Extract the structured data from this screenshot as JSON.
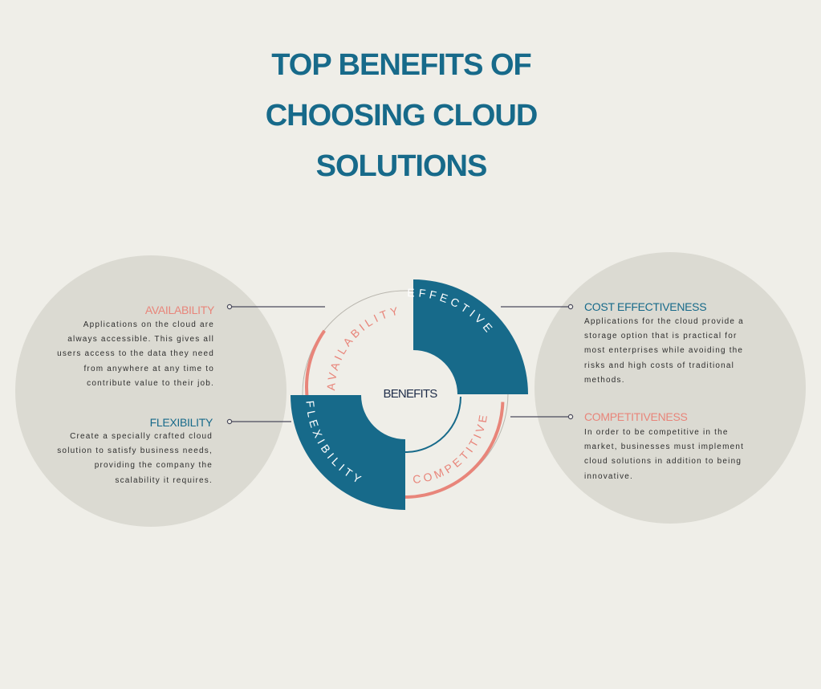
{
  "title": {
    "line1": "TOP BENEFITS OF",
    "line2": "CHOOSING CLOUD",
    "line3": "SOLUTIONS"
  },
  "center_label": "BENEFITS",
  "segments": {
    "effective": "EFFECTIVE",
    "availability": "AVAILABILITY",
    "flexibility": "FLEXIBILITY",
    "competitive": "COMPETITIVE"
  },
  "benefits": {
    "availability": {
      "heading": "AVAILABILITY",
      "lines": [
        "Applications on the cloud are",
        "always accessible. This gives all",
        "users access to the data they need",
        "from anywhere at any time to",
        "contribute value to their job."
      ]
    },
    "flexibility": {
      "heading": "FLEXIBILITY",
      "lines": [
        "Create a specially crafted cloud",
        "solution to satisfy business needs,",
        "providing the company the",
        "scalability it requires."
      ]
    },
    "cost_effectiveness": {
      "heading": "COST EFFECTIVENESS",
      "lines": [
        "Applications for the cloud provide a",
        "storage option that is practical for",
        "most enterprises while avoiding the",
        "risks and high costs of traditional",
        "methods."
      ]
    },
    "competitiveness": {
      "heading": "COMPETITIVENESS",
      "lines": [
        "In order to be competitive in the",
        "market, businesses must implement",
        "cloud solutions in addition to being",
        "innovative."
      ]
    }
  },
  "colors": {
    "background": "#efeee8",
    "teal": "#176a8a",
    "salmon": "#e8857a",
    "circle": "#dbdad2",
    "thin_ring": "#b9b6ae",
    "connector": "#4a4a5c"
  }
}
